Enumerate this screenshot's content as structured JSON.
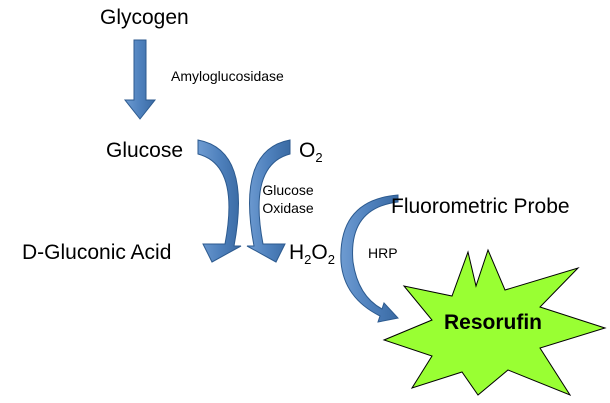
{
  "colors": {
    "arrow_fill": "#4f81bd",
    "arrow_stroke": "#2c5a8f",
    "burst_fill": "#99ff33",
    "burst_stroke": "#000000"
  },
  "nodes": {
    "glycogen": "Glycogen",
    "glucose": "Glucose",
    "oxygen": {
      "base": "O",
      "sub": "2"
    },
    "gluconic_acid": "D-Gluconic Acid",
    "hydrogen_peroxide": {
      "h": "H",
      "h_sub": "2",
      "o": "O",
      "o_sub": "2"
    },
    "fluorometric_probe": "Fluorometric Probe",
    "resorufin": "Resorufin"
  },
  "enzymes": {
    "amyloglucosidase": "Amyloglucosidase",
    "glucose_oxidase_line1": "Glucose",
    "glucose_oxidase_line2": "Oxidase",
    "hrp": "HRP"
  }
}
